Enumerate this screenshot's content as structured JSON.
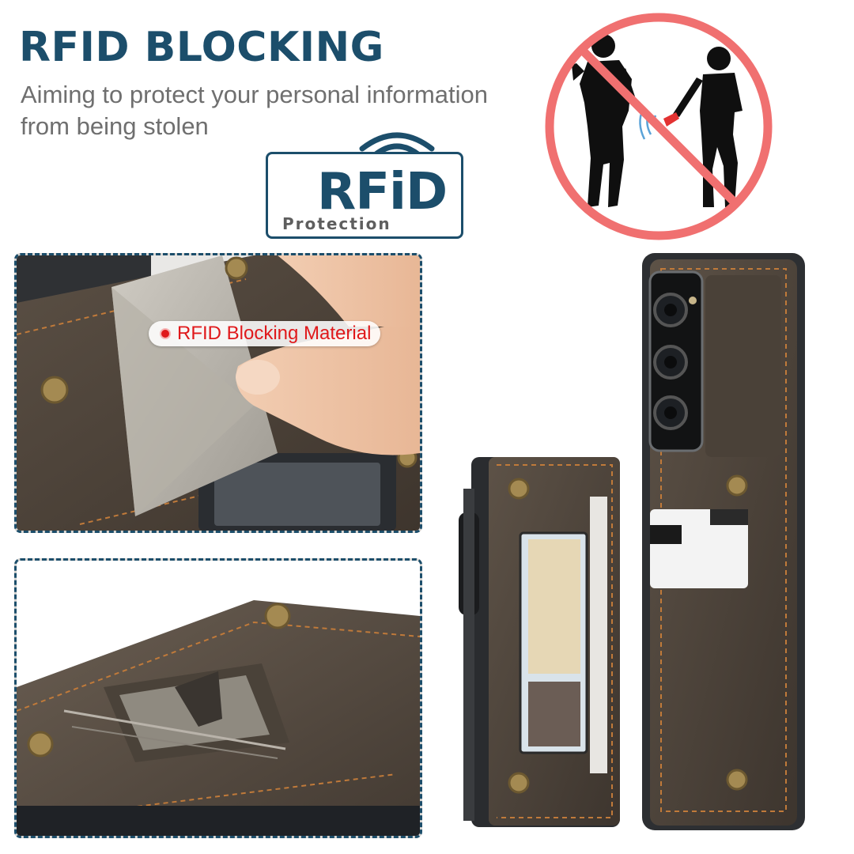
{
  "headline": "RFID BLOCKING",
  "subline": "Aiming to protect your personal information from being stolen",
  "badge": {
    "word": "RFiD",
    "caption": "Protection"
  },
  "callout": {
    "label": "RFID Blocking Material"
  },
  "icons": {
    "signal": "wifi-icon",
    "prohibition": "no-skimming-icon"
  },
  "colors": {
    "brand": "#1c4e6b",
    "prohibit": "#f07070",
    "accent": "#e0191b",
    "leather": "#4b4137"
  }
}
